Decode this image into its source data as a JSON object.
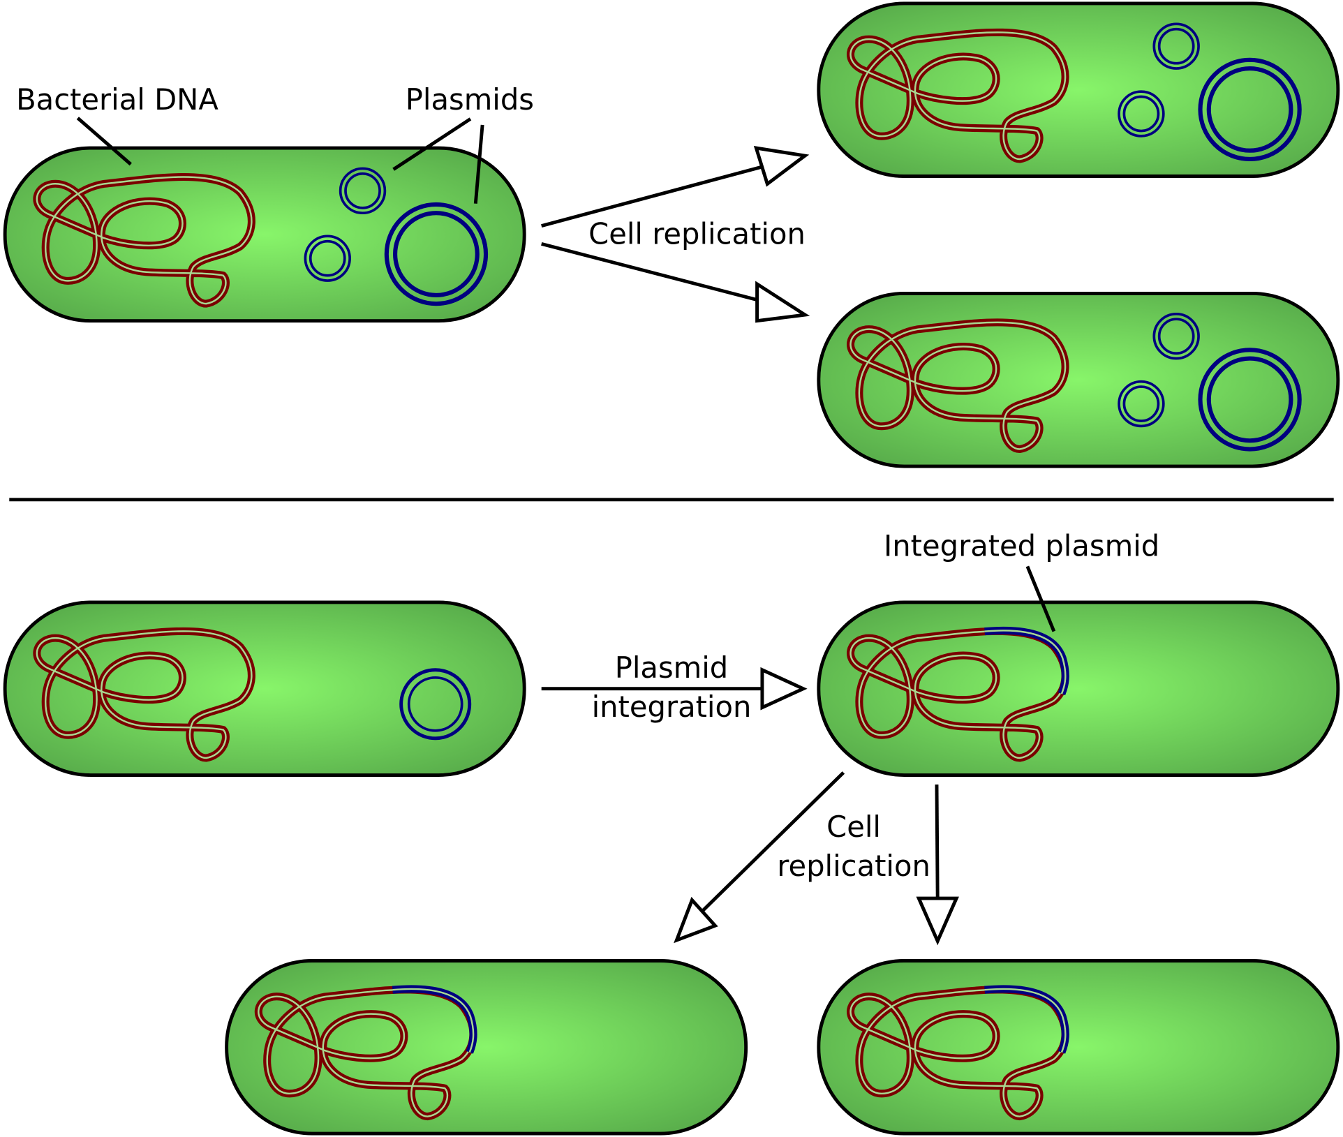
{
  "labels": {
    "bacterial_dna": "Bacterial DNA",
    "plasmids": "Plasmids",
    "cell_replication_top": "Cell replication",
    "integrated_plasmid": "Integrated plasmid",
    "plasmid_integration_line1": "Plasmid",
    "plasmid_integration_line2": "integration",
    "cell_replication_bottom_line1": "Cell",
    "cell_replication_bottom_line2": "replication"
  },
  "colors": {
    "cell_fill_center": "#88f56a",
    "cell_fill_edge": "#5aaf4c",
    "bacterial_dna": "#7a0000",
    "plasmid": "#000080"
  }
}
